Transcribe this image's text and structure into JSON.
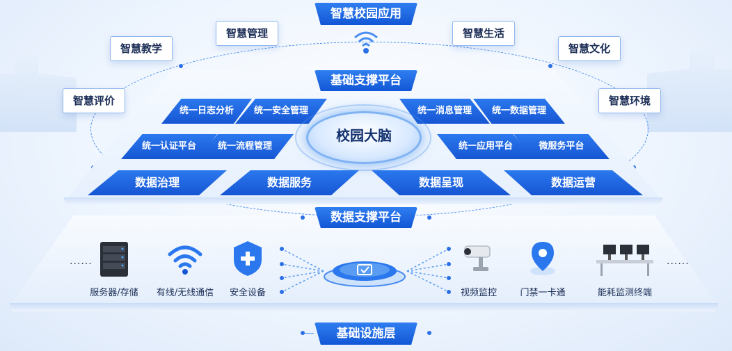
{
  "title": "智慧校园应用",
  "apps": [
    "智慧教学",
    "智慧管理",
    "智慧生活",
    "智慧文化",
    "智慧评价",
    "智慧环境"
  ],
  "platform_top": {
    "label": "基础支撑平台",
    "center": "校园大脑",
    "modules": [
      "统一日志分析",
      "统一安全管理",
      "统一消息管理",
      "统一数据管理",
      "统一认证平台",
      "统一流程管理",
      "统一应用平台",
      "微服务平台"
    ],
    "data_services": [
      "数据治理",
      "数据服务",
      "数据呈现",
      "数据运营"
    ]
  },
  "platform_data": {
    "label": "数据支撑平台"
  },
  "devices": [
    "服务器/存储",
    "有线/无线通信",
    "安全设备",
    "视频监控",
    "门禁一卡通",
    "能耗监测终端"
  ],
  "ellipsis": "......",
  "infra": {
    "label": "基础设施层"
  },
  "colors": {
    "primary": "#1a62dc",
    "accent": "#2b78ee",
    "text": "#1b2d55"
  }
}
